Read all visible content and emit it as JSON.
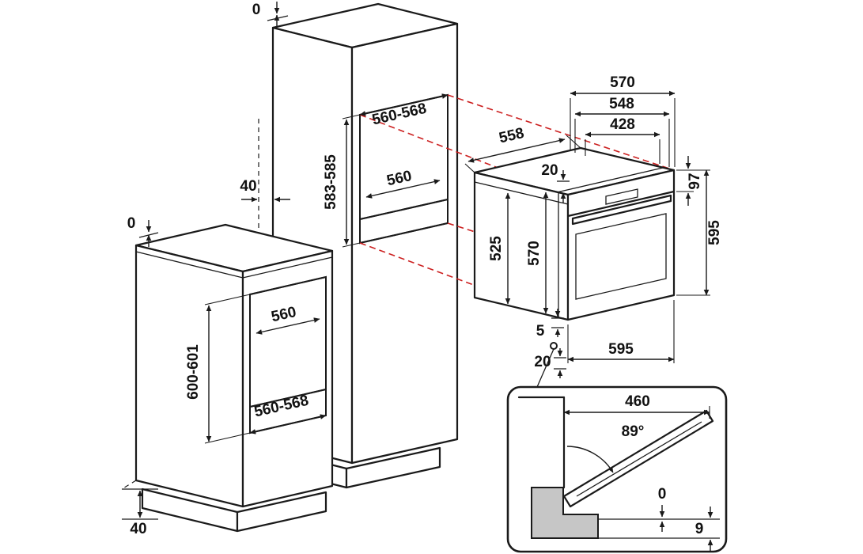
{
  "diagram": {
    "type": "built-in-oven-installation-diagram",
    "units": "mm"
  },
  "colors": {
    "background": "#ffffff",
    "line": "#1a1a1a",
    "niche_back": "#9f9f9f",
    "niche_floor": "#d7d7d7",
    "detail_wall": "#c6c6c6",
    "projection_line": "#cc2020"
  },
  "tall_cabinet": {
    "top_clearance": "0",
    "side_clearance": "40",
    "niche_width": "560-568",
    "niche_height": "583-585",
    "niche_depth": "560"
  },
  "base_cabinet": {
    "top_clearance": "0",
    "niche_depth": "560",
    "niche_height": "600-601",
    "niche_width": "560-568",
    "bottom_clearance": "40"
  },
  "oven": {
    "depth_with_door": "570",
    "depth_body": "548",
    "depth_inner": "428",
    "depth_side": "558",
    "top_inset": "20",
    "fascia_height": "97",
    "height": "595",
    "door_height": "525",
    "front_height": "570",
    "bottom_inset": "5",
    "width": "595",
    "bottom_clearance": "20"
  },
  "door_detail": {
    "door_reach": "460",
    "opening_angle": "89°",
    "flush_gap": "0",
    "floor_gap": "9"
  }
}
